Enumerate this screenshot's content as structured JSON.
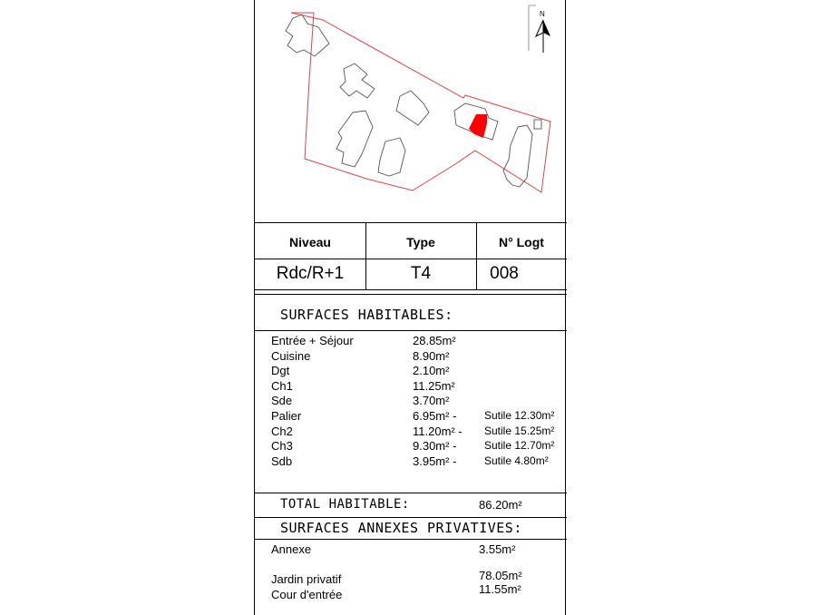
{
  "plan": {
    "north_label": "N",
    "colors": {
      "outline": "#d9474b",
      "building": "#555555",
      "highlight": "#ff0000"
    }
  },
  "table": {
    "headers": {
      "level": "Niveau",
      "type": "Type",
      "unit_no": "N° Logt"
    },
    "values": {
      "level": "Rdc/R+1",
      "type": "T4",
      "unit_no": "008"
    }
  },
  "habitable": {
    "title": "SURFACES HABITABLES:",
    "rows": [
      {
        "label": "Entrée + Séjour",
        "area": "28.85m²",
        "useful": ""
      },
      {
        "label": "Cuisine",
        "area": "8.90m²",
        "useful": ""
      },
      {
        "label": "Dgt",
        "area": "2.10m²",
        "useful": ""
      },
      {
        "label": "Ch1",
        "area": "11.25m²",
        "useful": ""
      },
      {
        "label": "Sde",
        "area": "3.70m²",
        "useful": ""
      },
      {
        "label": "Palier",
        "area": "6.95m² -",
        "useful": "Sutile 12.30m²"
      },
      {
        "label": "Ch2",
        "area": "11.20m² -",
        "useful": "Sutile 15.25m²"
      },
      {
        "label": "Ch3",
        "area": "9.30m² -",
        "useful": "Sutile 12.70m²"
      },
      {
        "label": "Sdb",
        "area": "3.95m² -",
        "useful": "Sutile 4.80m²"
      }
    ],
    "total_label": "TOTAL HABITABLE:",
    "total_value": "86.20m²"
  },
  "annexes": {
    "title": "SURFACES ANNEXES PRIVATIVES:",
    "rows": [
      {
        "label": "Annexe",
        "area": "3.55m²"
      },
      {
        "label": "Jardin privatif",
        "area": "78.05m²"
      },
      {
        "label": "Cour d'entrée",
        "area": "11.55m²"
      }
    ]
  }
}
